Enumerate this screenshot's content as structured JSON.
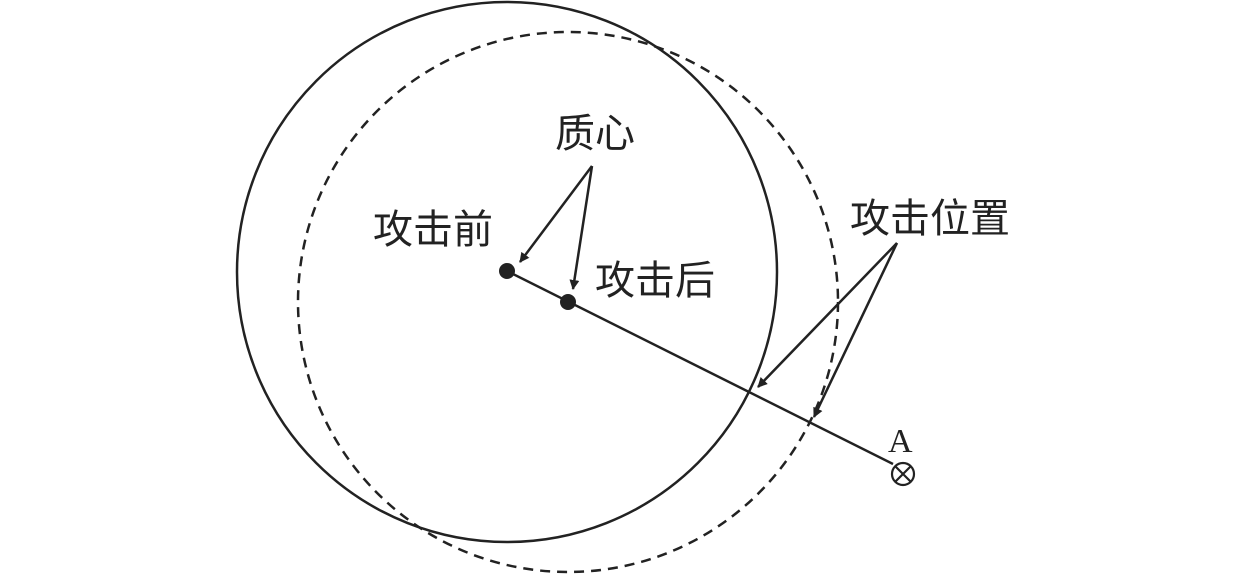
{
  "labels": {
    "centroid": "质心",
    "before_attack": "攻击前",
    "after_attack": "攻击后",
    "attack_position": "攻击位置",
    "point_a": "A"
  },
  "colors": {
    "stroke": "#222222",
    "background": "#ffffff"
  },
  "icons": {
    "point_a_marker": "circled-x-icon"
  }
}
